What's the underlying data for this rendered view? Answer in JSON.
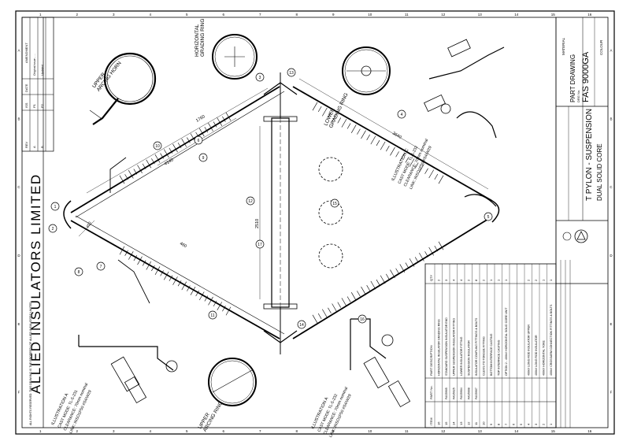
{
  "company": "ALLIED INSULATORS LIMITED",
  "titleblock": {
    "product": "T PYLON - SUSPENSION",
    "subtitle": "DUAL SOLID CORE",
    "drawing_type": "PART DRAWING",
    "drawing_no_label": "DRG No.",
    "drawing_no": "FAS 9000GA",
    "material_label": "MATERIAL",
    "colour_label": "COLOUR"
  },
  "revision_table": {
    "headers": [
      "REV",
      "ISS",
      "DATE",
      "AMENDMENT"
    ],
    "rows": [
      [
        "A",
        "P1",
        "",
        "Original issue - ..."
      ],
      [
        "B",
        "P2",
        "",
        "Updated ..."
      ]
    ]
  },
  "illustrations": {
    "upper_arcing_horn": "UPPER\nARCING HORN",
    "horizontal_grading_ring": "HORIZONTAL\nGRADING RING",
    "lower_grading_ring": "LOWER\nGRADING RING",
    "upper_arcing_ring": "UPPER\nARCING RING",
    "illustration_a_title": "ILLUSTRATION A",
    "illustration_a_lines": [
      "CAST MODE: TL-5-231",
      "CLEARANCE: 70mm nominal",
      "LINK: INSO1P50  #S4/W29"
    ],
    "illustration_b_title": "ILLUSTRATION A",
    "illustration_b_lines": [
      "CAST MODE: TL-5-232",
      "CLEARANCE: 70mm nominal",
      "LINK: INSO1P50  #S4/W29"
    ],
    "illustration_c_title": "ILLUSTRATION C",
    "illustration_c_lines": [
      "CAST MODE: TL-5-232",
      "CLEARANCE: 70mm nominal",
      "LINK: INSO1P50  #S4/W29"
    ]
  },
  "dimensions": {
    "d1": "450",
    "d2": "4140",
    "d3": "3640",
    "d4": "2510",
    "d5": "1760",
    "d6": "460"
  },
  "balloons": [
    "1",
    "2",
    "3",
    "4",
    "5",
    "6",
    "7",
    "8",
    "9",
    "10",
    "11",
    "12",
    "13",
    "14",
    "15",
    "16",
    "17"
  ],
  "parts_list": {
    "headers": [
      "ITEM",
      "PART No.",
      "PART DESCRIPTION",
      "QTY"
    ],
    "rows": [
      [
        "16",
        "",
        "HORIZONTAL INSULATOR GRADING RING",
        "2"
      ],
      [
        "15",
        "FAS5905",
        "STANDARD SUSPENSION INSULATOR END",
        "3"
      ],
      [
        "14",
        "FAS5025",
        "UPPER SUSPENSION INSULATOR FITTING",
        "4"
      ],
      [
        "13",
        "FAS5904",
        "LOWER INSULATOR FITTING",
        "4"
      ],
      [
        "12",
        "FAS5908",
        "SUSPENSION INSULATOR",
        "2"
      ],
      [
        "11",
        "FAS5907",
        "INSULATOR COUPLING FITTINGS & BOLTS",
        "8"
      ],
      [
        "10",
        "",
        "CLEVIS TO TONGUE FITTING",
        "2"
      ],
      [
        "9",
        "",
        "BOTTOM INTERFACE CASTING",
        "1"
      ],
      [
        "8",
        "",
        "TOP INTERFACE CASTING",
        "1"
      ],
      [
        "7",
        "",
        "OPTION 2 - 400kV HORIZONTAL SOLID CORE UNIT",
        "1"
      ],
      [
        "6",
        "",
        "",
        ""
      ],
      [
        "5",
        "",
        "",
        ""
      ],
      [
        "4",
        "",
        "400kV LONG ROD INSULATOR UPPER",
        "2"
      ],
      [
        "3",
        "",
        "400kV LONG ROD INSULATOR",
        "2"
      ],
      [
        "2",
        "",
        "400kV HORIZONTAL YOKE",
        "1"
      ],
      [
        "1",
        "",
        "400kV CROSSARM CONNECTION FITTINGS & BOLTS",
        "1"
      ]
    ]
  },
  "notes": "ALL RIGHTS RESERVED. THIS DRAWING IS THE PROPERTY OF ALLIED INSULATORS LIMITED.",
  "zone_letters": [
    "A",
    "B",
    "C",
    "D",
    "E",
    "F"
  ],
  "zone_numbers": [
    "1",
    "2",
    "3",
    "4",
    "5",
    "6",
    "7",
    "8",
    "9",
    "10",
    "11",
    "12",
    "13",
    "14",
    "15",
    "16"
  ]
}
